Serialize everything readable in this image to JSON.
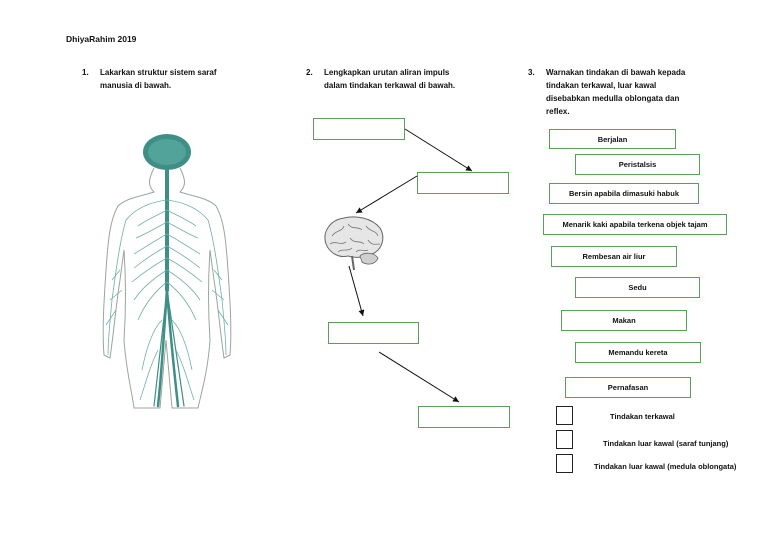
{
  "author": "DhiyaRahim 2019",
  "questions": [
    {
      "num": "1.",
      "lines": [
        "Lakarkan struktur sistem saraf",
        "manusia di bawah."
      ]
    },
    {
      "num": "2.",
      "lines": [
        "Lengkapkan urutan aliran impuls",
        "dalam tindakan terkawal di bawah."
      ]
    },
    {
      "num": "3.",
      "lines": [
        "Warnakan tindakan di bawah kepada",
        "tindakan terkawal, luar kawal",
        "disebabkan medulla oblongata dan",
        "reflex."
      ]
    }
  ],
  "actions": [
    "Berjalan",
    "Peristalsis",
    "Bersin apabila dimasuki habuk",
    "Menarik kaki apabila terkena objek tajam",
    "Rembesan air liur",
    "Sedu",
    "Makan",
    "Memandu kereta",
    "Pernafasan"
  ],
  "legend": [
    "Tindakan terkawal",
    "Tindakan luar kawal (saraf tunjang)",
    "Tindakan luar kawal (medula oblongata)"
  ],
  "colors": {
    "box_border": "#5a9e5a",
    "nerve": "#3f8f86",
    "brain": "#3f8f86"
  }
}
